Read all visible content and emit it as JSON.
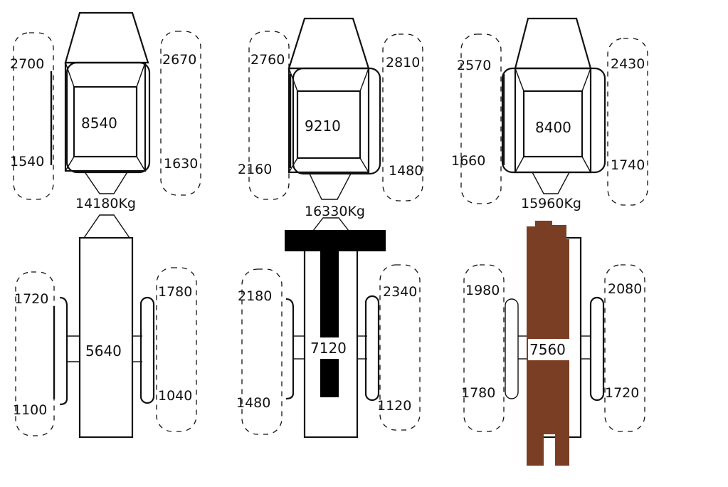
{
  "colors": {
    "outline": "#111111",
    "attachment_black": "#000000",
    "attachment_brown": "#7a3e24"
  },
  "vehicles": [
    {
      "front_axle": {
        "left_top": "2700",
        "left_bottom": "1540",
        "center": "8540",
        "right_top": "2670",
        "right_bottom": "1630"
      },
      "total": "14180Kg",
      "rear_axle": {
        "left_top": "1720",
        "left_bottom": "1100",
        "center": "5640",
        "right_top": "1780",
        "right_bottom": "1040"
      },
      "attachment": "none"
    },
    {
      "front_axle": {
        "left_top": "2760",
        "left_bottom": "2160",
        "center": "9210",
        "right_top": "2810",
        "right_bottom": "1480"
      },
      "total": "16330Kg",
      "rear_axle": {
        "left_top": "2180",
        "left_bottom": "1480",
        "center": "7120",
        "right_top": "2340",
        "right_bottom": "1120"
      },
      "attachment": "black-t-bar"
    },
    {
      "front_axle": {
        "left_top": "2570",
        "left_bottom": "1660",
        "center": "8400",
        "right_top": "2430",
        "right_bottom": "1740"
      },
      "total": "15960Kg",
      "rear_axle": {
        "left_top": "1980",
        "left_bottom": "1780",
        "center": "7560",
        "right_top": "2080",
        "right_bottom": "1720"
      },
      "attachment": "brown-plank"
    }
  ]
}
